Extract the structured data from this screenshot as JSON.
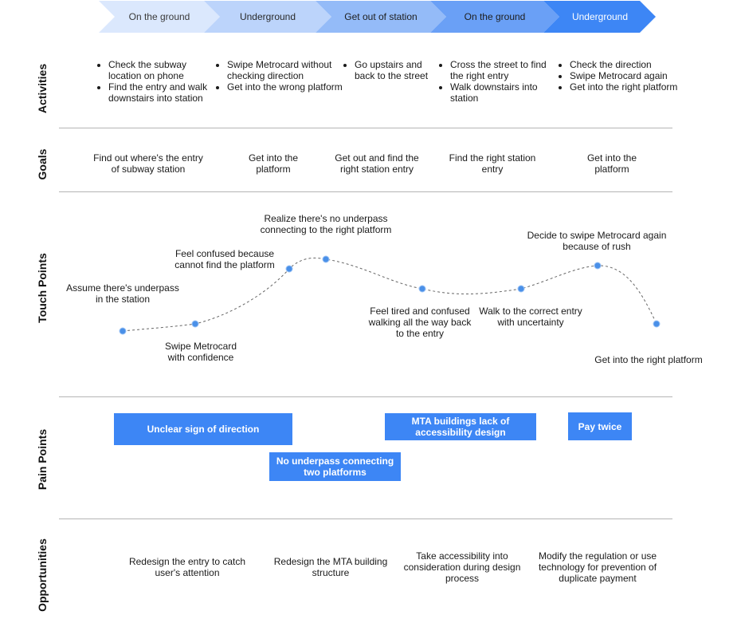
{
  "stages": [
    {
      "label": "On the ground",
      "fill": "#dbe8fd",
      "text_color": "#3a3a3a"
    },
    {
      "label": "Underground",
      "fill": "#bcd4fb",
      "text_color": "#2a2a2a"
    },
    {
      "label": "Get out of station",
      "fill": "#94bbf8",
      "text_color": "#1e1e1e"
    },
    {
      "label": "On the ground",
      "fill": "#6aa0f6",
      "text_color": "#1e1e1e"
    },
    {
      "label": "Underground",
      "fill": "#3d86f5",
      "text_color": "#ffffff"
    }
  ],
  "rows": {
    "activities": "Activities",
    "goals": "Goals",
    "touch_points": "Touch Points",
    "pain_points": "Pain Points",
    "opportunities": "Opportunities"
  },
  "activities": [
    [
      "Check the subway location on phone",
      "Find the entry and walk downstairs into station"
    ],
    [
      "Swipe Metrocard without checking direction",
      "Get into the wrong platform"
    ],
    [
      "Go upstairs and back to the street"
    ],
    [
      "Cross the street to find the right entry",
      "Walk downstairs into station"
    ],
    [
      "Check the direction",
      "Swipe Metrocard again",
      "Get into the right platform"
    ]
  ],
  "goals": [
    "Find out where's the entry of subway station",
    "Get into the platform",
    "Get out and find the right station entry",
    "Find the right station entry",
    "Get into the platform"
  ],
  "touch_points": [
    "Assume there's underpass in the station",
    "Swipe Metrocard with confidence",
    "Feel confused because cannot find the platform",
    "Realize there's no underpass connecting to the right platform",
    "Feel tired and confused walking all the way back to the entry",
    "Walk to the correct entry with uncertainty",
    "Decide to swipe Metrocard again because of rush",
    "Get into the right platform"
  ],
  "pain_points": [
    "Unclear sign of direction",
    "No underpass connecting two platforms",
    "MTA buildings lack of accessibility design",
    "Pay twice"
  ],
  "opportunities": [
    "Redesign the entry to catch user's attention",
    "Redesign the MTA building structure",
    "Take accessibility into consideration during design process",
    "Modify the regulation or use technology for prevention of duplicate payment"
  ],
  "colors": {
    "accent": "#3d86f5",
    "divider": "#b5b5b5",
    "curve": "#666666",
    "dot": "#4a90e8"
  }
}
